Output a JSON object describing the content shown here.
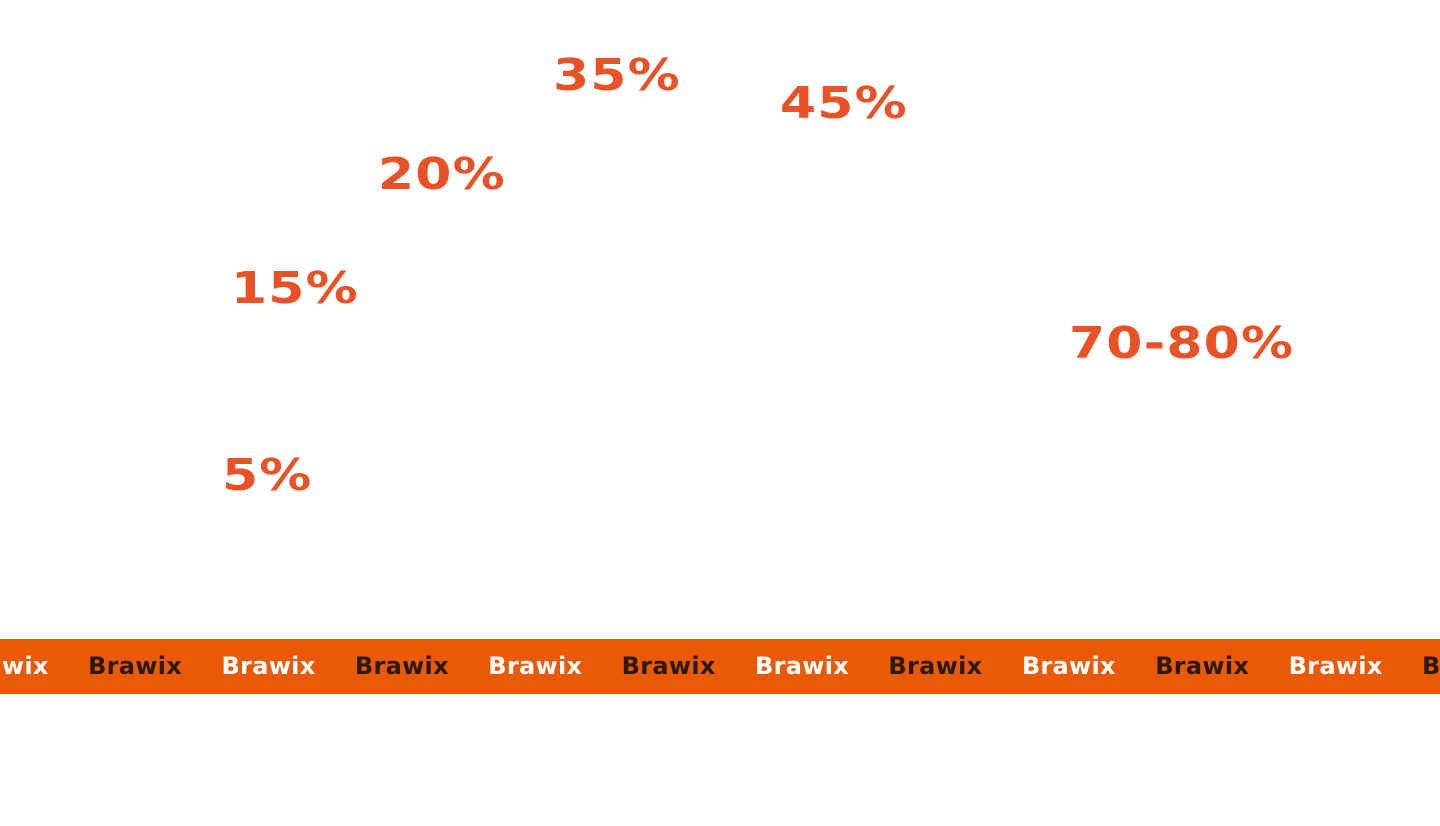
{
  "colors": {
    "background": "#ffffff",
    "stat_text": "#e95126",
    "band_background": "#ea5906",
    "band_text_light": "#ffffff",
    "band_text_dark": "#2a1a12"
  },
  "stats": [
    {
      "id": "35",
      "label": "35%"
    },
    {
      "id": "45",
      "label": "45%"
    },
    {
      "id": "20",
      "label": "20%"
    },
    {
      "id": "15",
      "label": "15%"
    },
    {
      "id": "7080",
      "label": "70-80%"
    },
    {
      "id": "5",
      "label": "5%"
    }
  ],
  "marquee": {
    "word": "Brawix",
    "items": [
      {
        "label": "Brawix",
        "tone": "light"
      },
      {
        "label": "Brawix",
        "tone": "dark"
      },
      {
        "label": "Brawix",
        "tone": "light"
      },
      {
        "label": "Brawix",
        "tone": "dark"
      },
      {
        "label": "Brawix",
        "tone": "light"
      },
      {
        "label": "Brawix",
        "tone": "dark"
      },
      {
        "label": "Brawix",
        "tone": "light"
      },
      {
        "label": "Brawix",
        "tone": "dark"
      },
      {
        "label": "Brawix",
        "tone": "light"
      },
      {
        "label": "Brawix",
        "tone": "dark"
      },
      {
        "label": "Brawix",
        "tone": "light"
      },
      {
        "label": "Brawix",
        "tone": "dark"
      }
    ]
  }
}
